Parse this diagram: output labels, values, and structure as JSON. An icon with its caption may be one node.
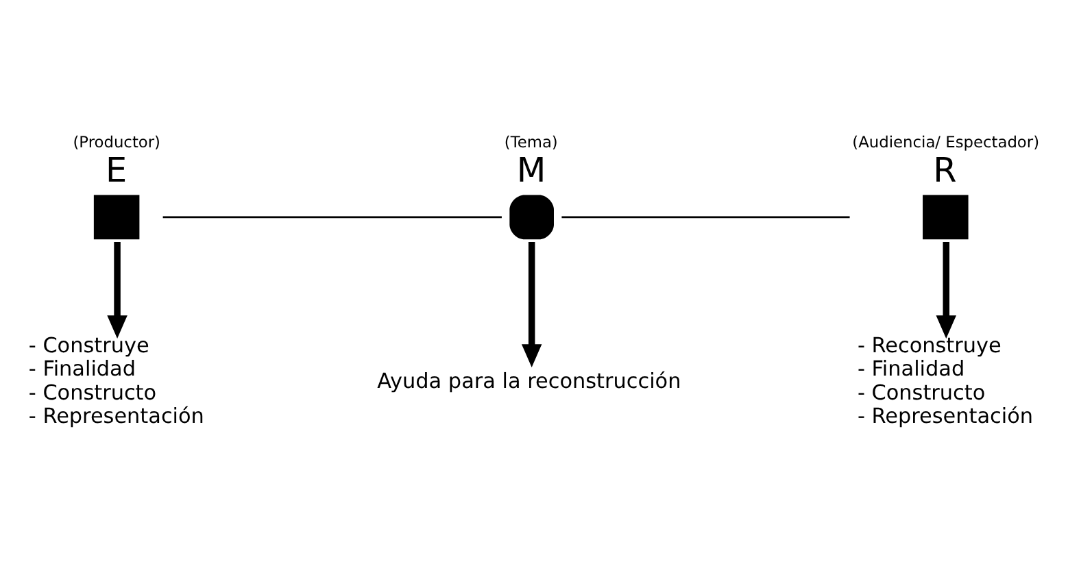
{
  "diagram": {
    "nodes": [
      {
        "text": [
          "(Productor)",
          "E"
        ]
      },
      {
        "text": [
          "(Tema)",
          "M"
        ]
      },
      {
        "text": [
          "(Audiencia/ Espectador)",
          "R"
        ]
      },
      {
        "text": [
          "- Construye",
          "- Finalidad",
          "- Constructo",
          "- Representación"
        ]
      },
      {
        "text": [
          "Ayuda para la reconstrucción"
        ]
      },
      {
        "text": [
          "- Reconstruye",
          "- Finalidad",
          "- Constructo",
          "- Representación"
        ]
      }
    ],
    "edges": [
      {
        "from": 0,
        "to": 1,
        "arrow": "none"
      },
      {
        "from": 1,
        "to": 2,
        "arrow": "none"
      },
      {
        "from": 0,
        "to": 3,
        "arrow": "to"
      },
      {
        "from": 1,
        "to": 4,
        "arrow": "to"
      },
      {
        "from": 2,
        "to": 5,
        "arrow": "to"
      }
    ]
  }
}
